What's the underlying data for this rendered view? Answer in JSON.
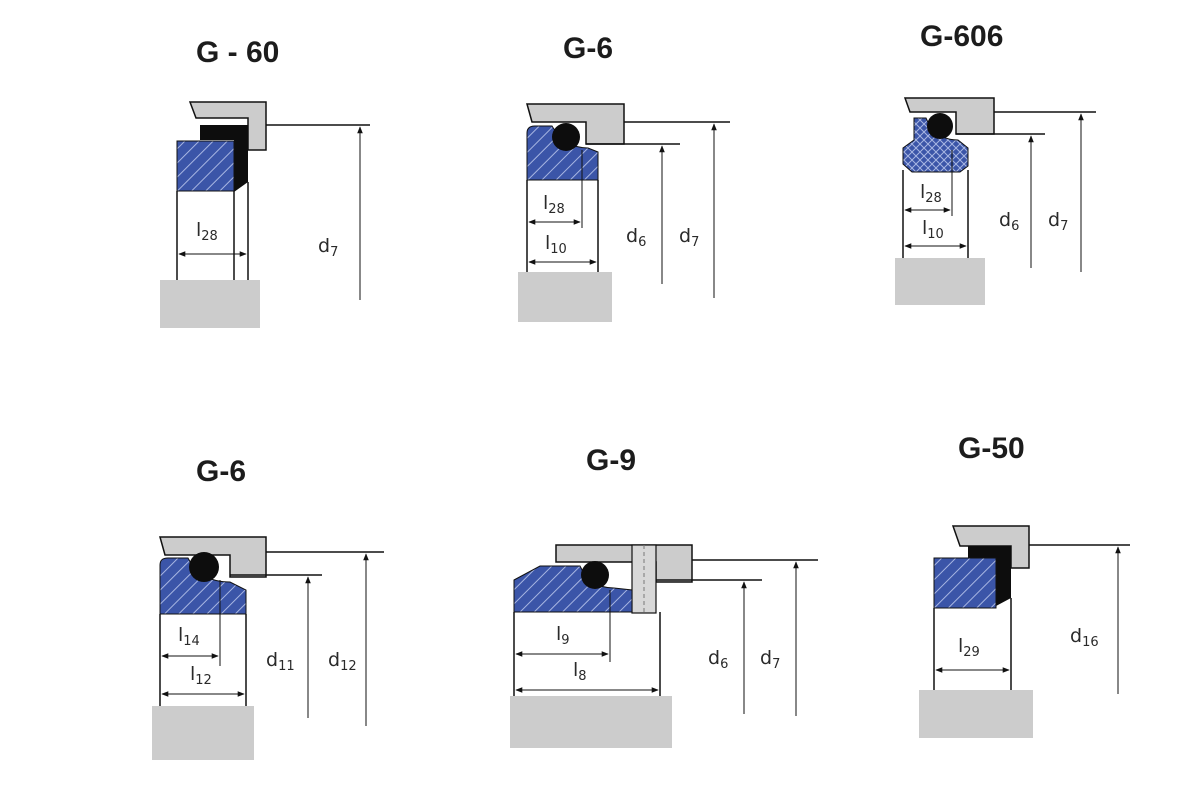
{
  "titles": {
    "g60": "G - 60",
    "g6_top": "G-6",
    "g606": "G-606",
    "g6_bottom": "G-6",
    "g9": "G-9",
    "g50": "G-50"
  },
  "labels": {
    "l28": "28",
    "l10": "10",
    "l14": "14",
    "l12": "12",
    "l9": "9",
    "l8": "8",
    "l29": "29",
    "d6": "6",
    "d7": "7",
    "d11": "11",
    "d12": "12",
    "d16": "16",
    "l_letter": "l",
    "d_letter": "d"
  },
  "colors": {
    "seal": "#3b55a8",
    "seal_hatch": "#a8b6e2",
    "housing": "#cccccc",
    "outline": "#111111",
    "oring": "#0d0d0d"
  }
}
